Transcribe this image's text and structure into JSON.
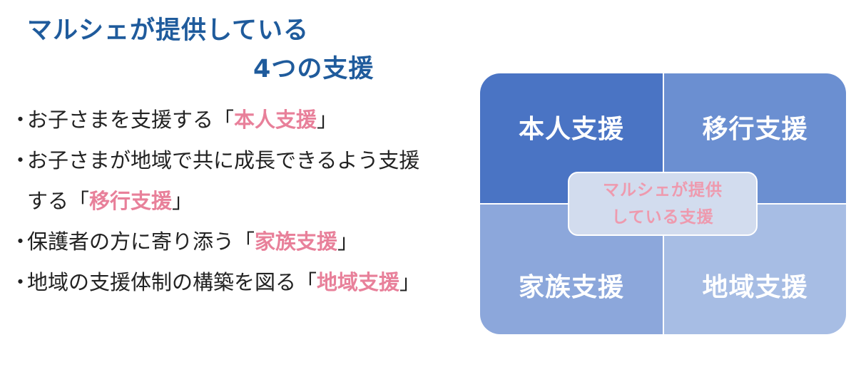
{
  "title": {
    "line1": "マルシェが提供している",
    "line2": "4つの支援"
  },
  "bullets": [
    {
      "marker": "・",
      "prefix": "お子さまを支援する「",
      "highlight": "本人支援",
      "suffix": "」"
    },
    {
      "marker": "・",
      "prefix": "お子さまが地域で共に成長できるよう支援",
      "continuation_prefix": "する「",
      "highlight": "移行支援",
      "suffix": "」"
    },
    {
      "marker": "・",
      "prefix": "保護者の方に寄り添う「",
      "highlight": "家族支援",
      "suffix": "」"
    },
    {
      "marker": "・",
      "prefix": "地域の支援体制の構築を図る「",
      "highlight": "地域支援",
      "suffix": "」"
    }
  ],
  "diagram": {
    "quadrants": {
      "top_left": "本人支援",
      "top_right": "移行支援",
      "bottom_left": "家族支援",
      "bottom_right": "地域支援"
    },
    "center": {
      "line1": "マルシェが提供",
      "line2": "している支援"
    }
  },
  "colors": {
    "title": "#1f5b9c",
    "highlight": "#e8809a",
    "quadrant_top_left": "#4a74c4",
    "quadrant_top_right": "#6b8fd1",
    "quadrant_bottom_left": "#8ca7db",
    "quadrant_bottom_right": "#a7bde4",
    "center_text": "#ee9aae"
  }
}
